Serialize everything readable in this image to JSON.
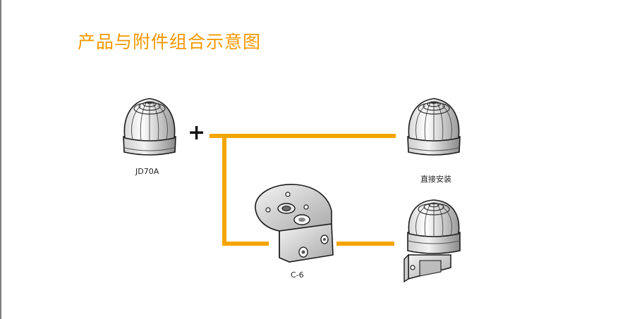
{
  "title": "产品与附件组合示意图",
  "plus_sign": "+",
  "products": {
    "main": {
      "label": "JD70A"
    },
    "direct": {
      "label": "直接安装"
    },
    "bracket": {
      "label": "C-6"
    }
  },
  "colors": {
    "title": "#f39800",
    "connector": "#f5a500"
  }
}
